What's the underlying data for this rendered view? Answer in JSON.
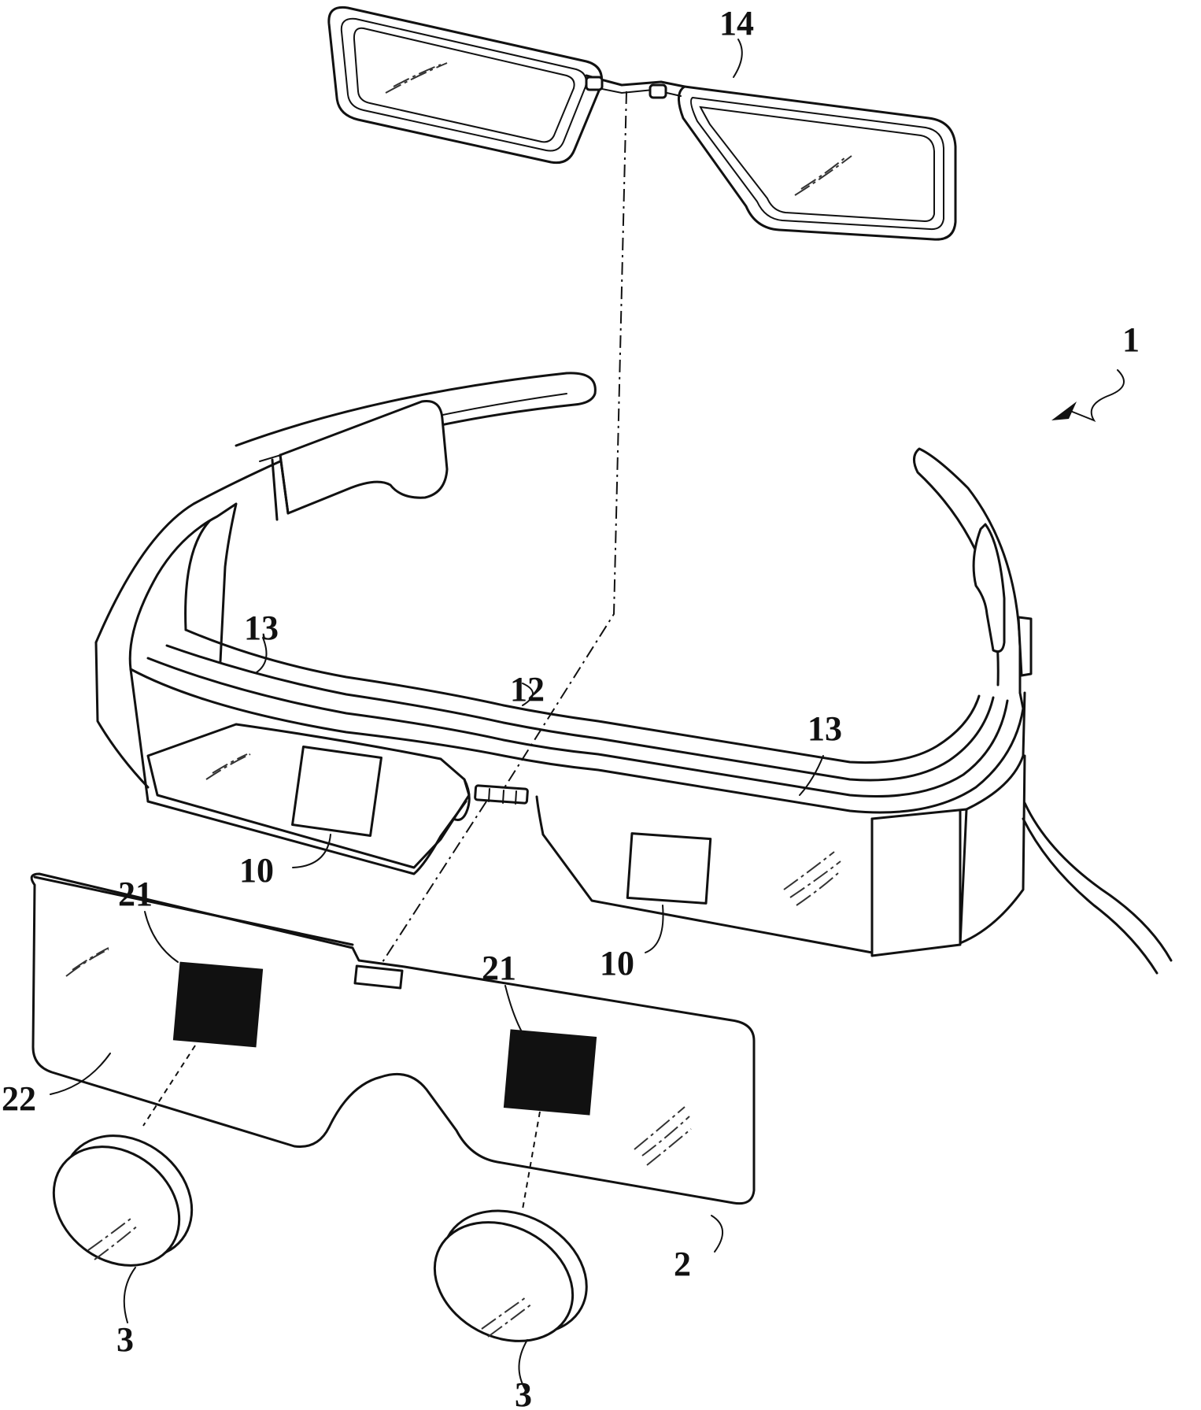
{
  "figure": {
    "ref_numerals": {
      "device": "1",
      "sub_unit": "2",
      "lens_left": "3",
      "lens_right": "3",
      "screen_left": "10",
      "screen_right": "10",
      "nose_slot": "12",
      "lens_area_left": "13",
      "lens_area_right": "13",
      "clip_frame": "14",
      "marker_left": "21",
      "marker_right": "21",
      "holder_plate": "22"
    }
  }
}
